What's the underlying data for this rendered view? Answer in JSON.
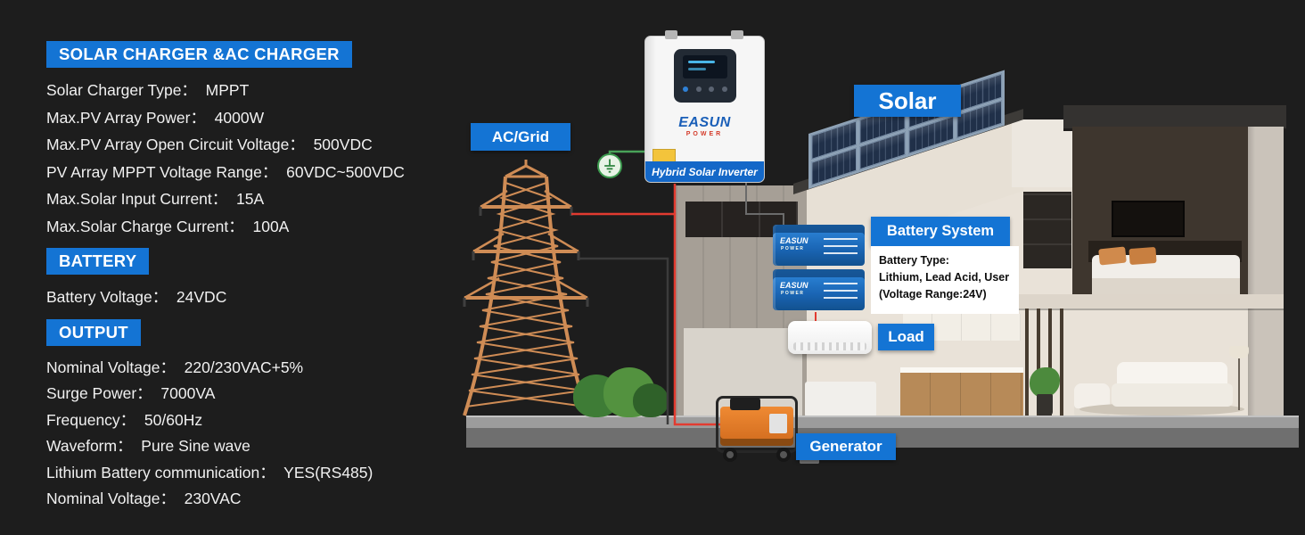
{
  "colors": {
    "accent_blue": "#1474d4",
    "background": "#1d1d1d",
    "wire_red": "#e23b30",
    "wire_dark": "#3b3b3b",
    "tower_orange": "#cf8c55",
    "solar_panel_blue": "#203049",
    "battery_blue": "#1a65b4",
    "generator_orange": "#e8832f",
    "ground_green": "#3c9a4e"
  },
  "specs": {
    "sections": [
      {
        "title": "SOLAR CHARGER &AC CHARGER",
        "lines": [
          "Solar Charger Type：  MPPT",
          "Max.PV Array Power：  4000W",
          "Max.PV Array Open Circuit Voltage：  500VDC",
          "PV Array MPPT Voltage Range：  60VDC~500VDC",
          "Max.Solar Input Current：  15A",
          "Max.Solar Charge Current：  100A"
        ]
      },
      {
        "title": "BATTERY",
        "lines": [
          "Battery Voltage：  24VDC"
        ]
      },
      {
        "title": "OUTPUT",
        "lines": [
          "Nominal Voltage：  220/230VAC+5%",
          "Surge Power：  7000VA",
          "Frequency：  50/60Hz",
          "Waveform：  Pure Sine wave",
          "Lithium Battery communication：  YES(RS485)",
          "Nominal Voltage：  230VAC"
        ]
      }
    ]
  },
  "diagram": {
    "ac_grid_label": "AC/Grid",
    "solar_label": "Solar",
    "battery_system_label": "Battery System",
    "battery_info": {
      "line1": "Battery Type:",
      "line2": "Lithium, Lead Acid, User",
      "line3": "(Voltage Range:24V)"
    },
    "load_label": "Load",
    "generator_label": "Generator",
    "inverter": {
      "brand": "EASUN",
      "brand_sub": "POWER",
      "band": "Hybrid Solar Inverter"
    },
    "battery": {
      "brand": "EASUN",
      "brand_sub": "POWER"
    }
  }
}
